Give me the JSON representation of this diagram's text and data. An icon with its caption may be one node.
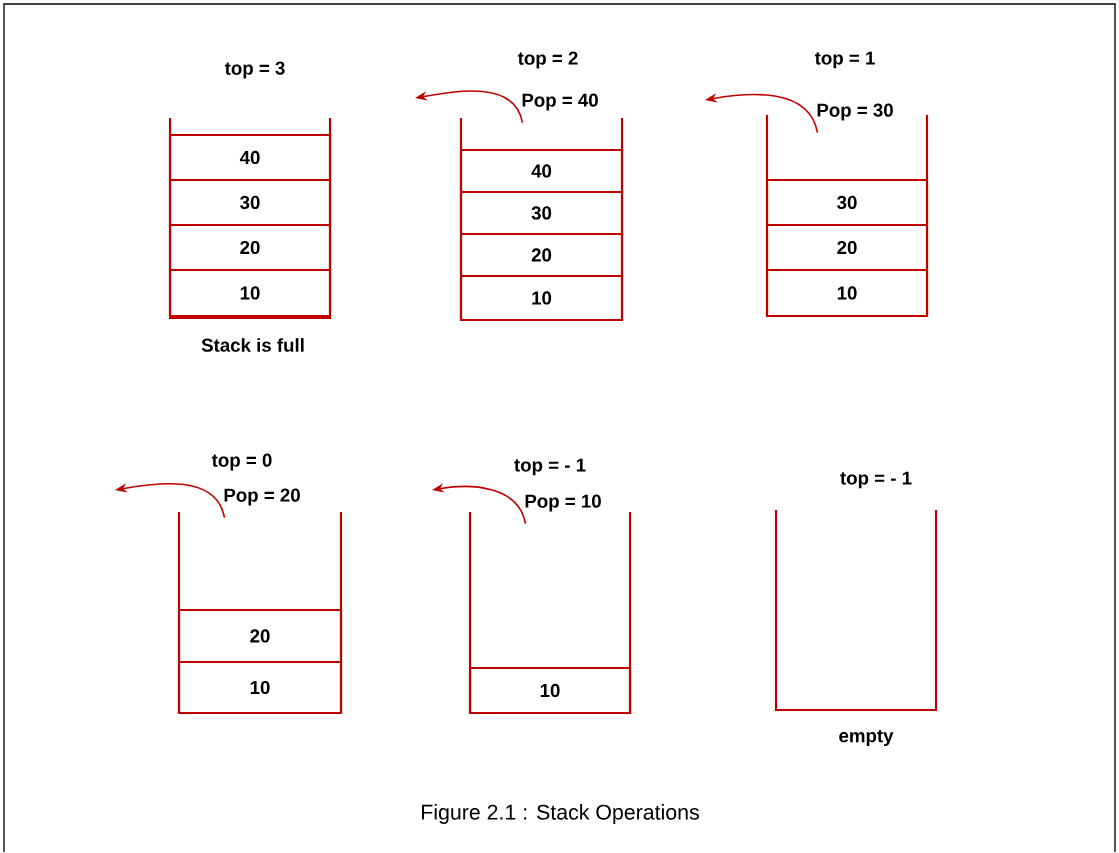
{
  "diagram": {
    "caption": "Figure 2.1 : Stack Operations",
    "nodes": [
      {
        "text": [
          "top = 3"
        ],
        "beside": [
          "Stack is full"
        ]
      },
      {
        "text": [
          "40"
        ],
        "in": 0
      },
      {
        "text": [
          "30"
        ],
        "in": 0
      },
      {
        "text": [
          "20"
        ],
        "in": 0
      },
      {
        "text": [
          "10"
        ],
        "in": 0
      },
      {
        "text": [
          "top = 2"
        ]
      },
      {
        "text": [
          "Pop = 40"
        ],
        "in": 5
      },
      {
        "text": [
          "40"
        ],
        "in": 5
      },
      {
        "text": [
          "30"
        ],
        "in": 5
      },
      {
        "text": [
          "20"
        ],
        "in": 5
      },
      {
        "text": [
          "10"
        ],
        "in": 5
      },
      {
        "text": [
          "top = 1"
        ]
      },
      {
        "text": [
          "Pop = 30"
        ],
        "in": 11
      },
      {
        "text": [
          "30"
        ],
        "in": 11
      },
      {
        "text": [
          "20"
        ],
        "in": 11
      },
      {
        "text": [
          "10"
        ],
        "in": 11
      },
      {
        "text": [
          "top = 0"
        ]
      },
      {
        "text": [
          "Pop = 20"
        ],
        "in": 16
      },
      {
        "text": [
          "20"
        ],
        "in": 16
      },
      {
        "text": [
          "10"
        ],
        "in": 16
      },
      {
        "text": [
          "top = - 1"
        ]
      },
      {
        "text": [
          "Pop = 10"
        ],
        "in": 20
      },
      {
        "text": [
          "10"
        ],
        "in": 20
      },
      {
        "text": [
          "top = - 1"
        ],
        "beside": [
          "empty"
        ]
      }
    ],
    "edges": [
      {
        "from": 6,
        "to": null,
        "arrow": "to"
      },
      {
        "from": 12,
        "to": null,
        "arrow": "to"
      },
      {
        "from": 17,
        "to": null,
        "arrow": "to"
      },
      {
        "from": 21,
        "to": null,
        "arrow": "to"
      }
    ]
  }
}
